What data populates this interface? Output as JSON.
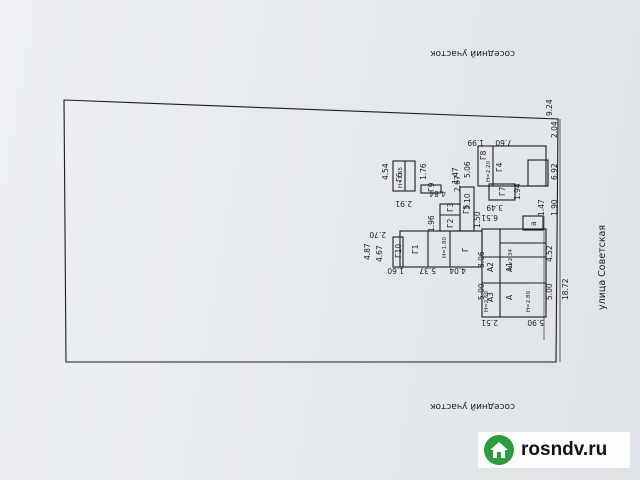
{
  "labels": {
    "neighbor_top": "соседний участок",
    "neighbor_bottom": "соседний участок",
    "street": "улица Советская"
  },
  "dimensions": {
    "plot_width": "18.72",
    "plot_right": "9.24",
    "d_7_60": "7.60",
    "d_1_99": "1.99",
    "d_2_04": "2.04",
    "d_5_06": "5.06",
    "d_6_92": "6.92",
    "d_1_47a": "1.47",
    "d_1_76": "1.76",
    "d_4_54": "4.54",
    "d_2_91": "2.91",
    "d_4_84": "4.84",
    "d_2_67": "2.67",
    "d_3_10": "3.10",
    "d_1_94": "1.94",
    "d_3_49": "3.49",
    "d_6_51": "6.51",
    "d_1_96": "1.96",
    "d_1_50": "1.50",
    "d_1_47b": "1.47",
    "d_1_90": "1.90",
    "d_2_70": "2.70",
    "d_4_87": "4.87",
    "d_4_67": "4.67",
    "d_5_37": "5.37",
    "d_4_04": "4.04",
    "d_3_06": "3.06",
    "d_1_60": "1.60",
    "d_4_52": "4.52",
    "d_5_00a": "5.00",
    "d_5_00b": "5.00",
    "d_5_90": "5.90",
    "d_2_51": "2.51",
    "h_2_20": "H=2.20",
    "h_2_34": "H=2.34",
    "h_2_60": "H=2.60",
    "h_2_80": "H=2.80",
    "h_1_80": "H=1.80",
    "h_1_65": "H=1.65"
  },
  "rooms": {
    "a": "А",
    "a1": "А1",
    "a2": "А2",
    "a3": "А3",
    "a4": "а",
    "g1": "Г",
    "g2": "Г1",
    "g3": "Г2",
    "g4": "Г3",
    "g5": "Г4",
    "g6": "Г5",
    "g7": "Г6",
    "g8": "Г7",
    "g9": "Г8",
    "g10": "Г9",
    "g11": "Г10"
  },
  "watermark": {
    "text": "rosndv.ru"
  },
  "colors": {
    "line": "#1d1d1f",
    "brand": "#2e9b3f"
  }
}
